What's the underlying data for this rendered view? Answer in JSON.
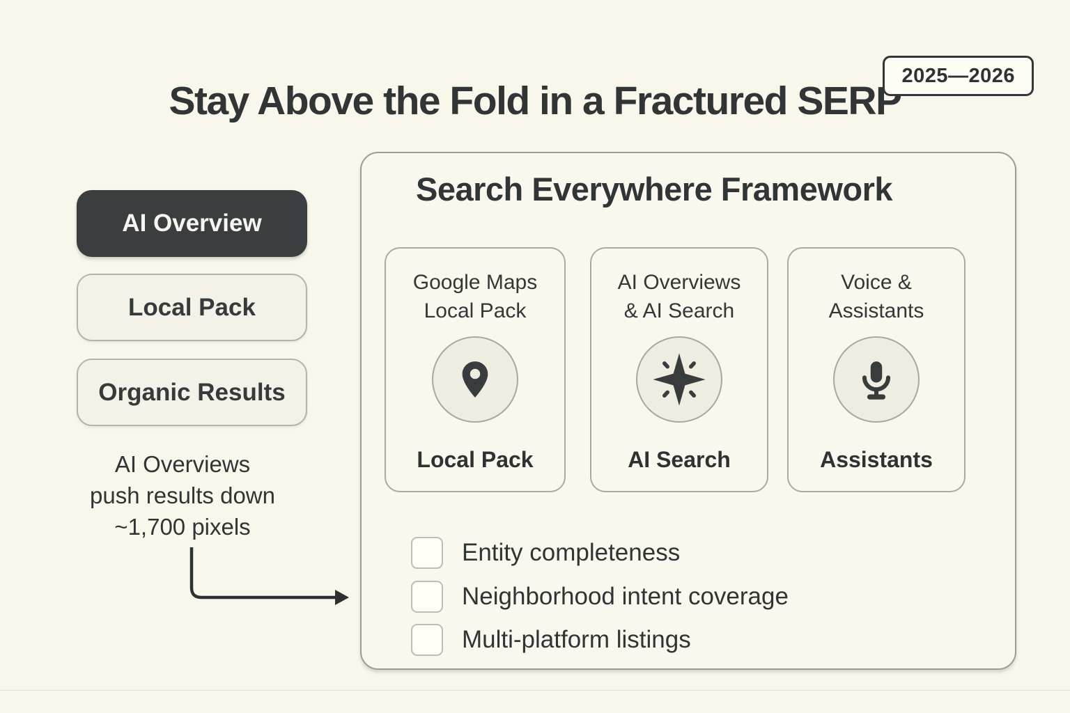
{
  "colors": {
    "background": "#F9F7EC",
    "ink": "#323535",
    "dark_chip_fill": "#3B3E3E",
    "dark_chip_text": "#F6F5EF",
    "light_chip_fill": "#F4F2E8",
    "panel_border": "#9D9B93",
    "card_border": "#ABA9A0",
    "icon_circle_fill": "#EFEDE2"
  },
  "header": {
    "title": "Stay Above the Fold in a Fractured SERP",
    "badge": "2025—2026"
  },
  "serp_stack": {
    "items": [
      {
        "label": "AI Overview",
        "variant": "dark"
      },
      {
        "label": "Local Pack",
        "variant": "light"
      },
      {
        "label": "Organic Results",
        "variant": "light"
      }
    ],
    "annotation": "AI Overviews\npush results down\n~1,700 pixels"
  },
  "framework": {
    "title": "Search Everywhere Framework",
    "cards": [
      {
        "title": "Google Maps\nLocal Pack",
        "icon": "map-pin-icon",
        "label": "Local Pack"
      },
      {
        "title": "AI Overviews\n& AI Search",
        "icon": "sparkle-icon",
        "label": "AI Search"
      },
      {
        "title": "Voice &\nAssistants",
        "icon": "microphone-icon",
        "label": "Assistants"
      }
    ],
    "checklist": [
      {
        "label": "Entity completeness",
        "checked": false
      },
      {
        "label": "Neighborhood intent coverage",
        "checked": false
      },
      {
        "label": "Multi-platform listings",
        "checked": false
      }
    ]
  }
}
